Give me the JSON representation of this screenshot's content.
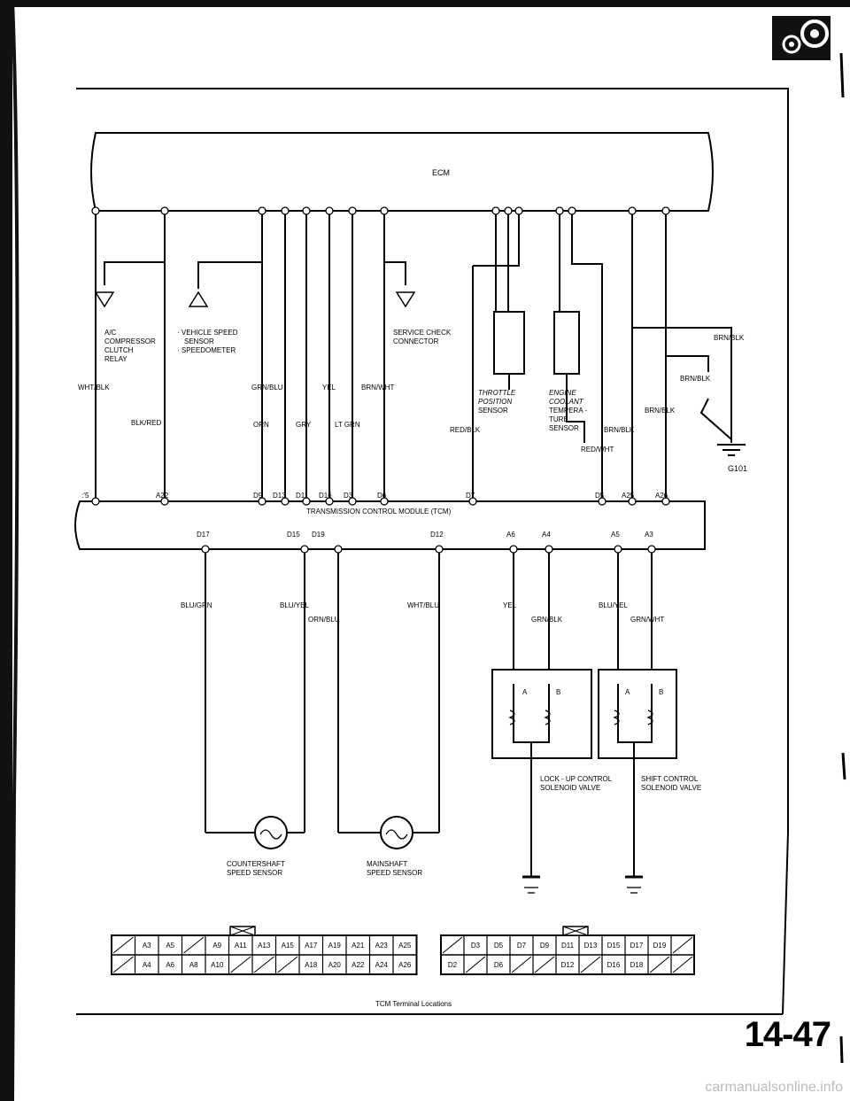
{
  "page_number": "14-47",
  "footer_url": "carmanualsonline.info",
  "ecm": {
    "label": "ECM"
  },
  "tcm": {
    "label": "TRANSMISSION CONTROL MODULE (TCM)"
  },
  "terminal_locations_caption": "TCM Terminal Locations",
  "components": {
    "ac_relay": [
      "A/C",
      "COMPRESSOR",
      "CLUTCH",
      "RELAY"
    ],
    "vss": [
      "· VEHICLE SPEED",
      "SENSOR",
      "· SPEEDOMETER"
    ],
    "service_check": [
      "SERVICE CHECK",
      "CONNECTOR"
    ],
    "tps": [
      "THROTTLE",
      "POSITION",
      "SENSOR"
    ],
    "ect": [
      "ENGINE",
      "COOLANT",
      "TEMPERA -",
      "TURE",
      "SENSOR"
    ],
    "lockup": [
      "LOCK - UP CONTROL",
      "SOLENOID VALVE"
    ],
    "shift": [
      "SHIFT CONTROL",
      "SOLENOID VALVE"
    ],
    "countershaft": [
      "COUNTERSHAFT",
      "SPEED SENSOR"
    ],
    "mainshaft": [
      "MAINSHAFT",
      "SPEED SENSOR"
    ],
    "ground": "G101"
  },
  "wires": {
    "wht_blk": "WHT/BLK",
    "blk_red": "BLK/RED",
    "grn_blu": "GRN/BLU",
    "orn": "ORN",
    "yel": "YEL",
    "gry": "GRY",
    "brn_wht": "BRN/WHT",
    "lt_grn": "LT GRN",
    "red_blk": "RED/BLK",
    "red_wht": "RED/WHT",
    "brn_blk": "BRN/BLK",
    "blu_grn": "BLU/GRN",
    "blu_yel": "BLU/YEL",
    "orn_blu": "ORN/BLU",
    "wht_blu": "WHT/BLU",
    "grn_blk": "GRN/BLK",
    "grn_wht": "GRN/WHT"
  },
  "tcm_top_pins": [
    "A22",
    "D9",
    "D13",
    "D11",
    "D16",
    "D3",
    "D6",
    "D7",
    "D5",
    "A25",
    "A26"
  ],
  "tcm_top_left_pin": ":’5",
  "tcm_bottom_pins": [
    "D17",
    "D15",
    "D19",
    "D12",
    "A6",
    "A4",
    "A5",
    "A3"
  ],
  "solenoid_terminals": [
    "A",
    "B",
    "A",
    "B"
  ],
  "connector_a": {
    "row1": [
      "",
      "A3",
      "A5",
      "",
      "A9",
      "A11",
      "A13",
      "A15",
      "A17",
      "A19",
      "A21",
      "A23",
      "A25"
    ],
    "row2": [
      "",
      "A4",
      "A6",
      "A8",
      "A10",
      "",
      "",
      "",
      "A18",
      "A20",
      "A22",
      "A24",
      "A26"
    ]
  },
  "connector_d": {
    "row1": [
      "",
      "D3",
      "D5",
      "D7",
      "D9",
      "D11",
      "D13",
      "D15",
      "D17",
      "D19",
      ""
    ],
    "row2": [
      "D2",
      "",
      "D6",
      "",
      "",
      "D12",
      "",
      "D16",
      "D18",
      "",
      ""
    ]
  }
}
